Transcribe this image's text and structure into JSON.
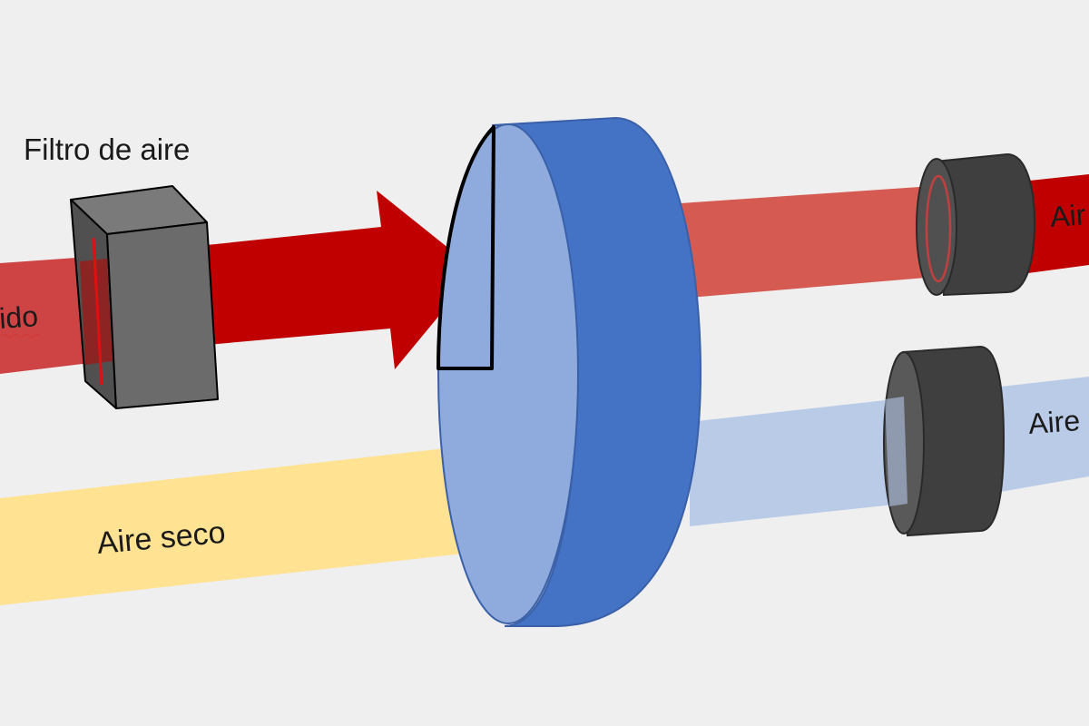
{
  "labels": {
    "filter": "Filtro de aire",
    "humid_partial": "ido",
    "dry_air": "Aire seco",
    "exit_top_partial": "Air",
    "exit_bottom_partial": "Aire"
  },
  "icons": {
    "filter": "filter-box-icon",
    "wheel": "desiccant-wheel-icon",
    "fan": "fan-cylinder-icon"
  },
  "colors": {
    "background": "#efefef",
    "humid_air": "#c00000",
    "humid_air_light": "#d1574f",
    "dry_air": "#ffe08c",
    "wheel_face": "#8faadc",
    "wheel_side": "#4472c4",
    "exit_bottom": "#b4c7e7",
    "filter": "#6b6b6b",
    "fan": "#3f3f3f"
  }
}
